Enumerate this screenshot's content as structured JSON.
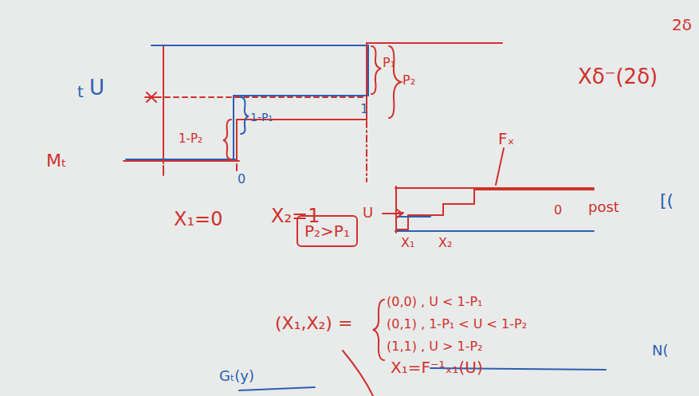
{
  "diagram": {
    "nodes": [
      {
        "text": [
          "P₂>P₁"
        ]
      }
    ],
    "labels": [
      "t",
      "U",
      "1-P₂",
      "1-P₁",
      "0",
      "1",
      "P₁",
      "P₂",
      "Xδ⁻(2δ)",
      "2δ",
      "Mₜ",
      "X₁=0",
      "X₂=1",
      "U",
      "Fₓ",
      "X₁",
      "X₂",
      "0",
      "post",
      "(X₁,X₂) =",
      "(0,0) , U < 1-P₁",
      "(0,1) , 1-P₁ < U < 1-P₂",
      "(1,1) , U > 1-P₂",
      "X₁=F⁻¹ₓ₁(U)",
      "Gₜ(y)",
      "N(",
      "[("
    ]
  }
}
